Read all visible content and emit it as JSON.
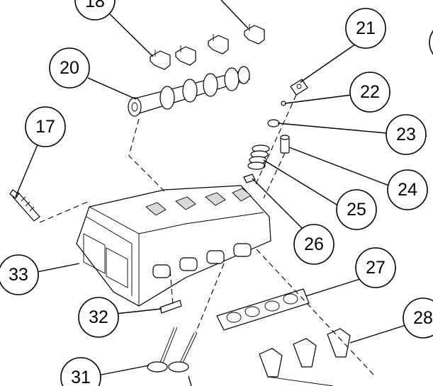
{
  "diagram": {
    "callouts": [
      {
        "id": "c17",
        "label": "17"
      },
      {
        "id": "c18",
        "label": "18"
      },
      {
        "id": "c20",
        "label": "20"
      },
      {
        "id": "c21",
        "label": "21"
      },
      {
        "id": "c22",
        "label": "22"
      },
      {
        "id": "c23",
        "label": "23"
      },
      {
        "id": "c24",
        "label": "24"
      },
      {
        "id": "c25",
        "label": "25"
      },
      {
        "id": "c26",
        "label": "26"
      },
      {
        "id": "c27",
        "label": "27"
      },
      {
        "id": "c28",
        "label": "28"
      },
      {
        "id": "c31",
        "label": "31"
      },
      {
        "id": "c32",
        "label": "32"
      },
      {
        "id": "c33",
        "label": "33"
      }
    ]
  }
}
